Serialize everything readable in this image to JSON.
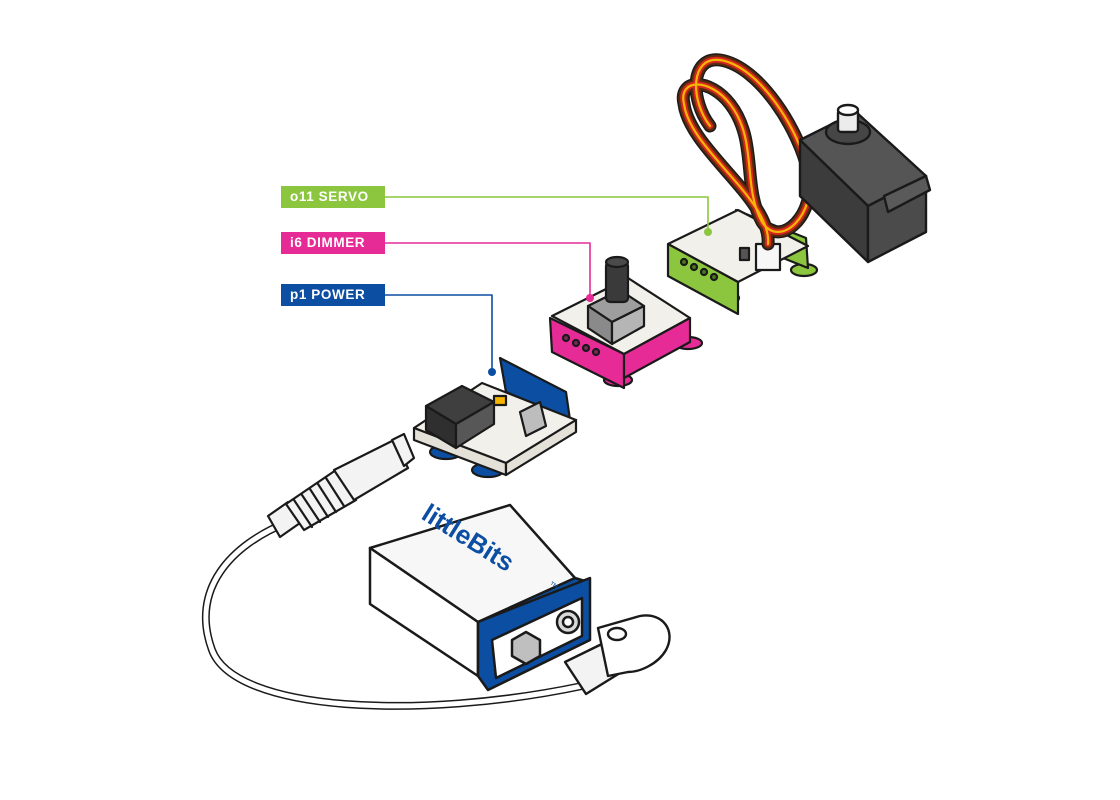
{
  "labels": {
    "servo": "o11 SERVO",
    "dimmer": "i6 DIMMER",
    "power": "p1 POWER"
  },
  "battery": {
    "brand": "littleBits",
    "trademark": "™"
  },
  "colors": {
    "servo": "#8cc63f",
    "dimmer": "#e62b97",
    "power": "#0b4ea2",
    "outline": "#1a1a1a",
    "wire_brown": "#5a2a0e",
    "wire_red": "#d7261e",
    "wire_yellow": "#f2b705",
    "servo_body": "#4a4a4a",
    "board": "#f2f0ea",
    "cable": "#ffffff"
  }
}
